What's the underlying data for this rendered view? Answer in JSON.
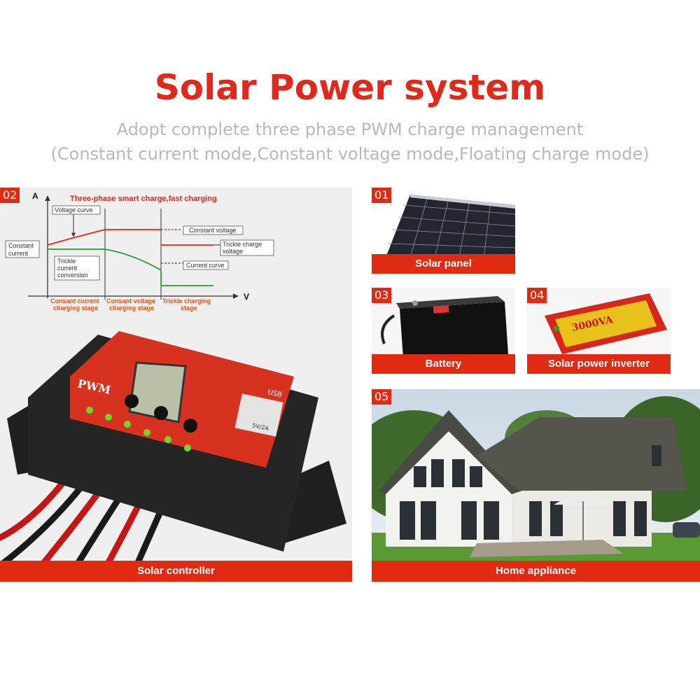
{
  "header": {
    "title": "Solar Power system",
    "subtitle_line1": "Adopt complete three phase PWM charge management",
    "subtitle_line2": "(Constant current mode,Constant voltage mode,Floating charge mode)"
  },
  "panels": {
    "controller": {
      "number": "02",
      "caption": "Solar controller",
      "device_label": "PWM",
      "usb_label": "USB",
      "usb_rating": "5V/2A"
    },
    "solar_panel": {
      "number": "01",
      "caption": "Solar panel"
    },
    "battery": {
      "number": "03",
      "caption": "Battery"
    },
    "inverter": {
      "number": "04",
      "caption": "Solar power inverter",
      "rating": "3000VA"
    },
    "home": {
      "number": "05",
      "caption": "Home appliance"
    }
  },
  "diagram": {
    "title": "Three-phase smart charge,fast charging",
    "y_axis": "A",
    "x_axis": "V",
    "labels": {
      "voltage_curve": "Voltage curve",
      "constant_voltage": "Constant voltage",
      "constant_current_1": "Constant",
      "constant_current_2": "current",
      "trickle_voltage_1": "Trickle charge",
      "trickle_voltage_2": "voltage",
      "trickle_current_1": "Trickle",
      "trickle_current_2": "current",
      "trickle_current_3": "conversion",
      "current_curve": "Current curve"
    },
    "stages": {
      "s1_line1": "Consant current",
      "s1_line2": "charging stage",
      "s2_line1": "Consant voltage",
      "s2_line2": "charging stage",
      "s3_line1": "Trickle charging",
      "s3_line2": "stage"
    }
  },
  "colors": {
    "accent": "#e02a12",
    "title": "#e2281a",
    "subtitle": "#b9b9b9"
  }
}
